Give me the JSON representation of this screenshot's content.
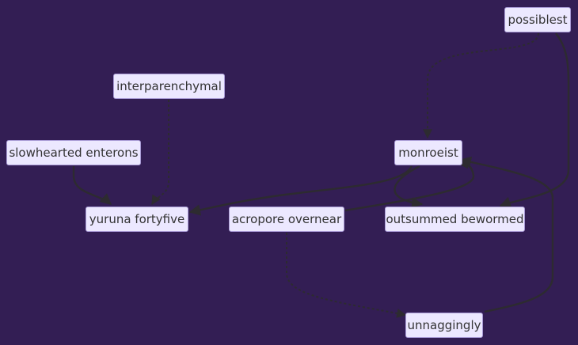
{
  "diagram": {
    "background_color": "#331e54",
    "node_fill": "#ece8ff",
    "node_border": "#a99bd6",
    "edge_color": "#2d2b30",
    "nodes": {
      "possiblest": "possiblest",
      "interparenchymal": "interparenchymal",
      "slowhearted_enterons": "slowhearted enterons",
      "monroeist": "monroeist",
      "yuruna_fortyfive": "yuruna fortyfive",
      "acropore_overnear": "acropore overnear",
      "outsummed_bewormed": "outsummed bewormed",
      "unnaggingly": "unnaggingly"
    },
    "edges": [
      {
        "from": "possiblest",
        "to": "monroeist",
        "style": "dotted"
      },
      {
        "from": "possiblest",
        "to": "outsummed bewormed",
        "style": "solid"
      },
      {
        "from": "interparenchymal",
        "to": "yuruna fortyfive",
        "style": "dotted"
      },
      {
        "from": "slowhearted enterons",
        "to": "yuruna fortyfive",
        "style": "solid"
      },
      {
        "from": "monroeist",
        "to": "yuruna fortyfive",
        "style": "solid"
      },
      {
        "from": "monroeist",
        "to": "outsummed bewormed",
        "style": "solid"
      },
      {
        "from": "acropore overnear",
        "to": "monroeist",
        "style": "solid"
      },
      {
        "from": "acropore overnear",
        "to": "unnaggingly",
        "style": "dotted"
      },
      {
        "from": "unnaggingly",
        "to": "monroeist",
        "style": "solid"
      }
    ]
  }
}
